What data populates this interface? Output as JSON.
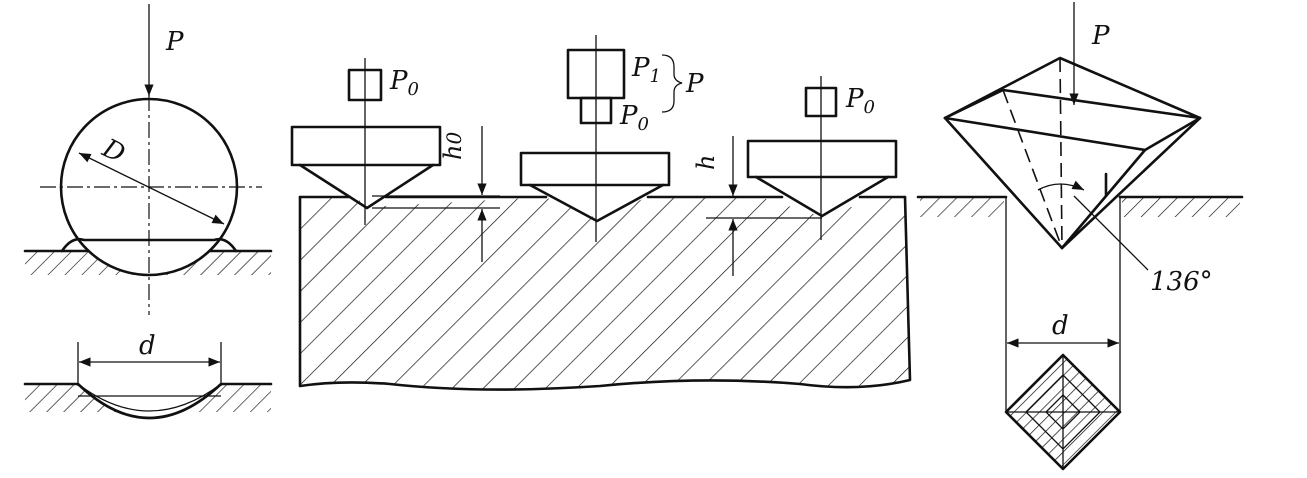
{
  "labels": {
    "brinell": {
      "load": "P",
      "diameter": "D",
      "imprint_diameter": "d"
    },
    "rockwell": {
      "preload_1": "P",
      "preload_1_sub": "0",
      "main_load": "P",
      "main_load_sub": "1",
      "preload_2": "P",
      "preload_2_sub": "0",
      "total_load": "P",
      "preload_3": "P",
      "preload_3_sub": "0",
      "initial_depth": "h",
      "initial_depth_sub": "0",
      "depth": "h"
    },
    "vickers": {
      "load": "P",
      "angle": "136°",
      "diagonal": "d"
    }
  }
}
